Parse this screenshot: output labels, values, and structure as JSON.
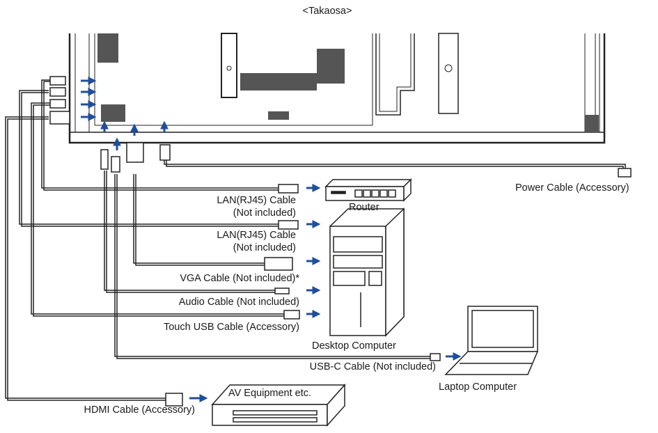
{
  "title": "<Takaosa>",
  "labels": {
    "power": "Power Cable (Accessory)",
    "lan1_a": "LAN(RJ45) Cable",
    "lan1_b": "(Not included)",
    "router": "Router",
    "lan2_a": "LAN(RJ45) Cable",
    "lan2_b": "(Not included)",
    "vga": "VGA Cable (Not included)*",
    "audio": "Audio Cable (Not included)",
    "touch_usb": "Touch USB Cable (Accessory)",
    "desktop": "Desktop Computer",
    "usbc": "USB-C Cable (Not included)",
    "laptop": "Laptop Computer",
    "av": "AV Equipment etc.",
    "hdmi": "HDMI Cable (Accessory)"
  },
  "colors": {
    "arrow": "#1f4e9c",
    "line": "#222222"
  }
}
